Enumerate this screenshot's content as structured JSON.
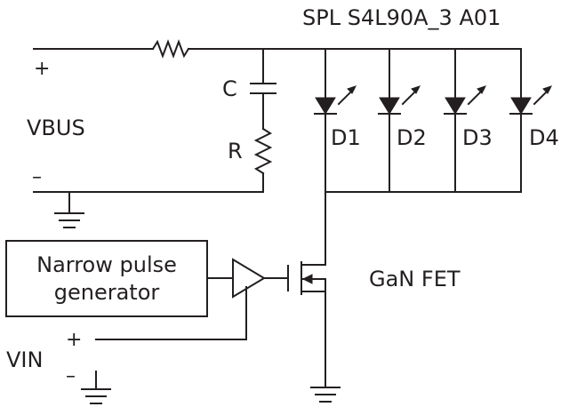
{
  "diagram": {
    "title": "SPL S4L90A_3 A01",
    "supply": {
      "label": "VBUS",
      "plus": "+",
      "minus": "–"
    },
    "capacitor_label": "C",
    "resistor_label": "R",
    "diodes": [
      "D1",
      "D2",
      "D3",
      "D4"
    ],
    "generator_label_line1": "Narrow pulse",
    "generator_label_line2": "generator",
    "fet_label": "GaN FET",
    "vin": {
      "label": "VIN",
      "plus": "+",
      "minus": "–"
    }
  }
}
